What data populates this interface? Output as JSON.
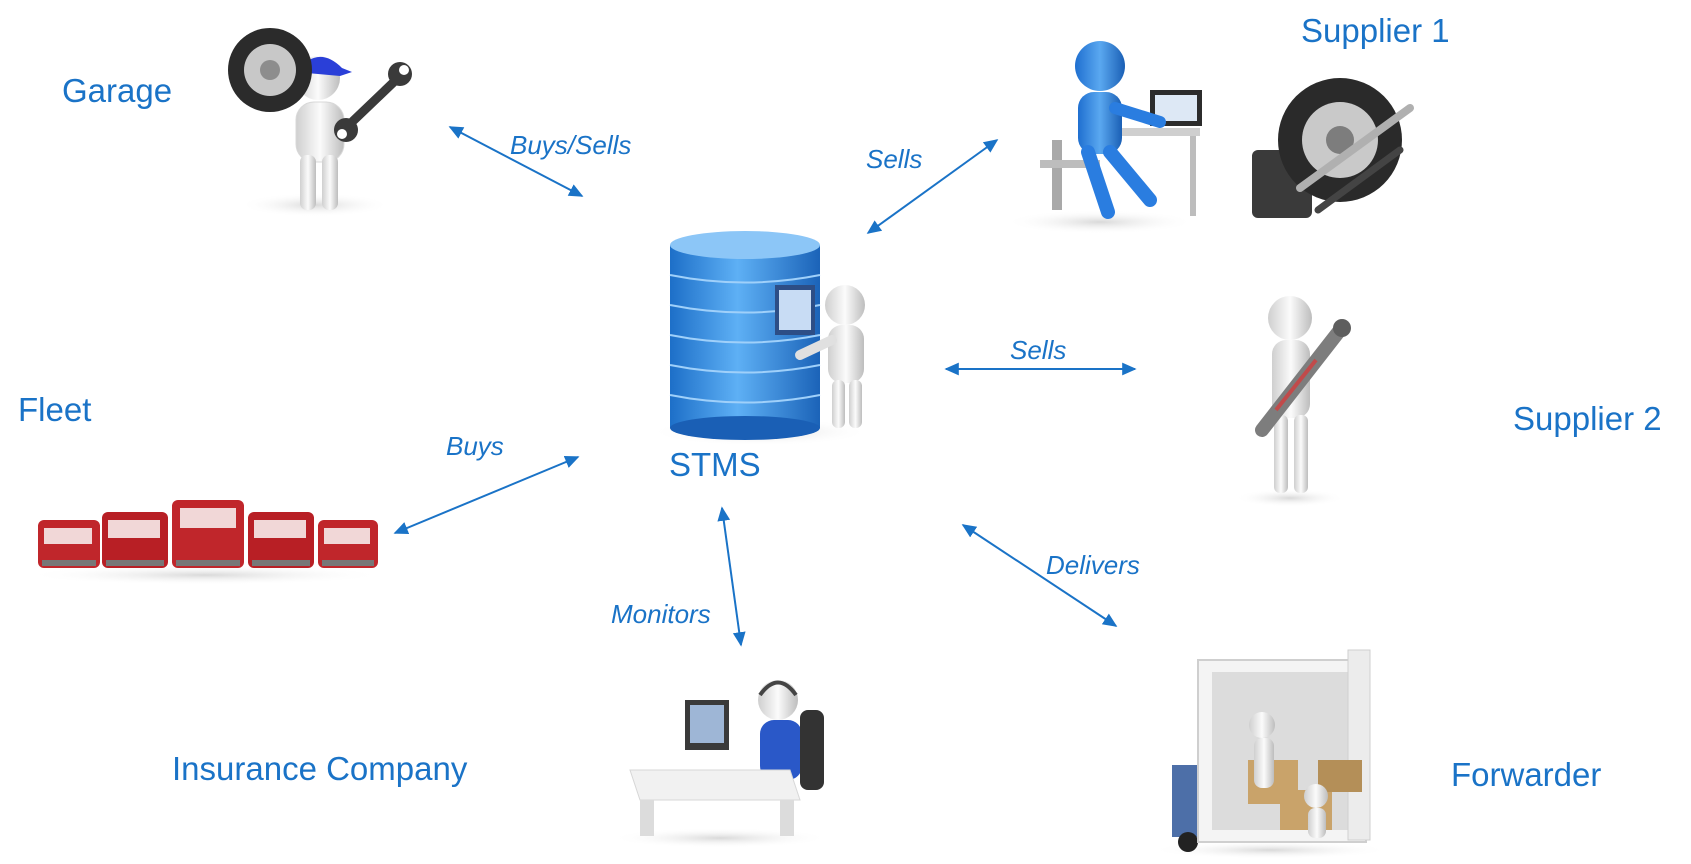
{
  "nodes": {
    "garage": "Garage",
    "supplier1": "Supplier 1",
    "fleet": "Fleet",
    "supplier2": "Supplier 2",
    "stms": "STMS",
    "insurance": "Insurance Company",
    "forwarder": "Forwarder"
  },
  "edges": {
    "garage_stms": "Buys/Sells",
    "supplier1_stms": "Sells",
    "supplier2_stms": "Sells",
    "fleet_stms": "Buys",
    "insurance_stms": "Monitors",
    "forwarder_stms": "Delivers"
  },
  "colors": {
    "accent": "#1a73c7",
    "server": "#3b8fe0",
    "figure": "#e8e8e8",
    "truck": "#c0262b",
    "box": "#c9a36a"
  }
}
